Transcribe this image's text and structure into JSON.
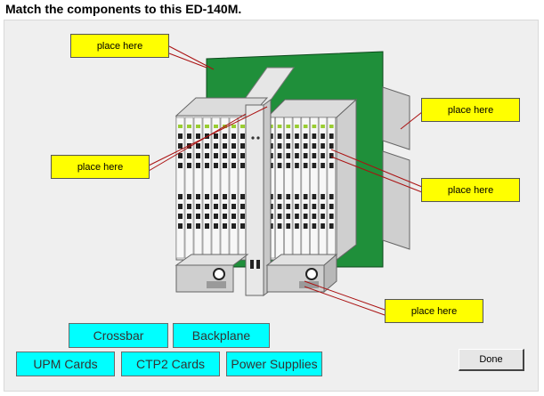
{
  "instruction": "Match the components to this ED-140M.",
  "targets": [
    {
      "label": "place here"
    },
    {
      "label": "place here"
    },
    {
      "label": "place here"
    },
    {
      "label": "place here"
    },
    {
      "label": "place here"
    }
  ],
  "components": [
    {
      "label": "Crossbar"
    },
    {
      "label": "Backplane"
    },
    {
      "label": "UPM Cards"
    },
    {
      "label": "CTP2 Cards"
    },
    {
      "label": "Power Supplies"
    }
  ],
  "done_label": "Done",
  "colors": {
    "target": "#ffff00",
    "component": "#00ffff",
    "backplane": "#1f8f3a",
    "leader_line": "#aa1111"
  }
}
